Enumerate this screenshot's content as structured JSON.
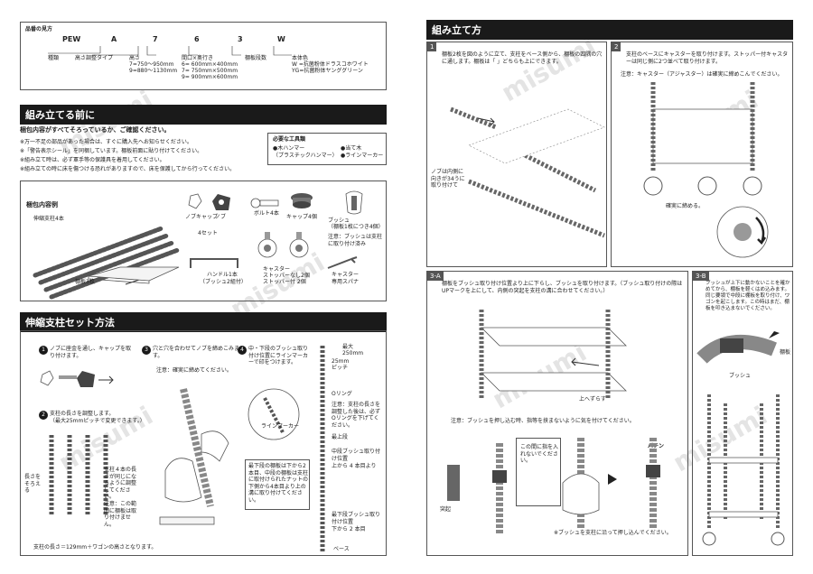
{
  "watermark": "misumi",
  "left": {
    "model": {
      "heading": "品番の見方",
      "codes": [
        "PEW",
        "A",
        "7",
        "6",
        "3",
        "W"
      ],
      "labels": [
        "種類",
        "高さ調整タイプ",
        "高さ",
        "間口×奥行き",
        "棚板段数",
        "本体色"
      ],
      "height_opts": [
        "7=750〜950mm",
        "9=880〜1130mm"
      ],
      "size_opts": [
        "6=  600mm×400mm",
        "7=  750mm×500mm",
        "9=  900mm×600mm"
      ],
      "color_opts": [
        "W =抗菌粉体ドラスコホワイト",
        "YG=抗菌粉体ヤンググリーン"
      ]
    },
    "before": {
      "title": "組み立てる前に",
      "check": "梱包内容がすべてそろっているか、ご確認ください。",
      "notes": [
        "※万一不足の部品があった場合は、すぐに購入先へお知らせください。",
        "※「警告表示シール」を同梱しています。棚板前面に貼り付けてください。",
        "※組み立て時は、必ず軍手等の保護具を着用してください。",
        "※組み立ての時に床を傷つける恐れがありますので、床を保護してから行ってください。"
      ],
      "tools_title": "必要な工具類",
      "tools": [
        "●木ハンマー",
        "（プラスチックハンマー）",
        "●当て木",
        "●ラインマーカー"
      ]
    },
    "contents": {
      "title": "梱包内容例",
      "items": {
        "posts": "伸縮支柱4本",
        "cap": "ノブキャップ",
        "knob": "ノブ",
        "set4": "4セット",
        "bolt": "ボルト4本",
        "cap4": "キャップ4個",
        "bush": "ブッシュ",
        "bush_sub": "（棚板1枚につき4個）",
        "bush_note": "注意：ブッシュは支柱に取り付け済み",
        "caution": "注意：",
        "shelf": "棚板3枚",
        "handle": "ハンドル1本",
        "handle_sub": "（ブッシュ2組付）",
        "caster": "キャスター",
        "caster_a": "ストッパーなし2個",
        "caster_b": "ストッパー付   2個",
        "spanner": "キャスター",
        "spanner_sub": "専用スパナ"
      }
    },
    "telescopic": {
      "title": "伸縮支柱セット方法",
      "step1": "ノブに座金を通し、キャップを取り付けます。",
      "step2": "支柱の長さを調整します。",
      "step2_sub": "（最大25mmピッチで変更できます。）",
      "step3": "穴と穴を合わせてノブを締めこみます。",
      "step3_note": "注意：確実に締めてください。",
      "step4": "中・下段のブッシュ取り付け位置にラインマーカーで印をつけます。",
      "max_label": "最大",
      "max_val": "250mm",
      "pitch": "25mm",
      "pitch_sub": "ピッチ",
      "oring": "Oリング",
      "oring_note": "注意：支柱の長さを調整した後は、必ずOリングを下げてください。",
      "upper": "最上段",
      "mid_bush": "中段ブッシュ取り付け位置",
      "mid_pos": "上から 4 本目より",
      "low_bush": "最下段ブッシュ取り付け位置",
      "low_pos": "下から 2 本目",
      "base": "ベース",
      "line_marker": "ラインマーカー",
      "same_len": "長さをそろえる",
      "post_note": "支柱４本の長さが同じになるように調整してください。",
      "warn": "注意：この範囲に棚板は取り付けません。",
      "bottom_note": "支柱の長さ＝129mm＋ワゴンの高さとなります。",
      "center_note": "最下段の棚板は下から2本目、中段の棚板は支柱に取付けられたナットの下側から4本目より上の溝に取り付けてください。"
    }
  },
  "right": {
    "title": "組み立て方",
    "s1": {
      "num": "1",
      "text": "棚板2枚を図のように立て、支柱をベース側から、棚板の四隅の穴に通します。棚板は「   」どちらも上にできます。",
      "note": "ノブは内側に向きが34うに取り付けて"
    },
    "s2": {
      "num": "2",
      "text": "支柱のベースにキャスターを取り付けます。ストッパー付キャスターは同じ側に2つ並べて取り付けます。",
      "note": "注意：キャスター（アジャスター）は確実に締めこんでください。",
      "tight": "確実に締める。"
    },
    "s3a": {
      "num": "3-A",
      "text": "棚板をブッシュ取り付け位置より上に下らし、ブッシュを取り付けます。（ブッシュ取り付けの際はUPマークを上にして、内側の突起を支柱の溝に合わせてください。）",
      "up": "上へずらす",
      "note": "注意：ブッシュを押し込む時、指等を挟まないように気を付けてください。",
      "fit": "この間に指を入れないでください。",
      "pachin": "パチン",
      "insert": "※ブッシュを支柱に沿って押し込んでください。",
      "guide": "突起"
    },
    "s3b": {
      "num": "3-B",
      "text": "ブッシュが上下に動かないことを確かめてから、棚板を軽くはめ込みます。同じ要領で中段に棚板を取り付け、ワゴンを起こします。この時はまだ、棚板を叩き込まないでください。",
      "bush": "ブッシュ",
      "shelf": "棚板"
    }
  }
}
